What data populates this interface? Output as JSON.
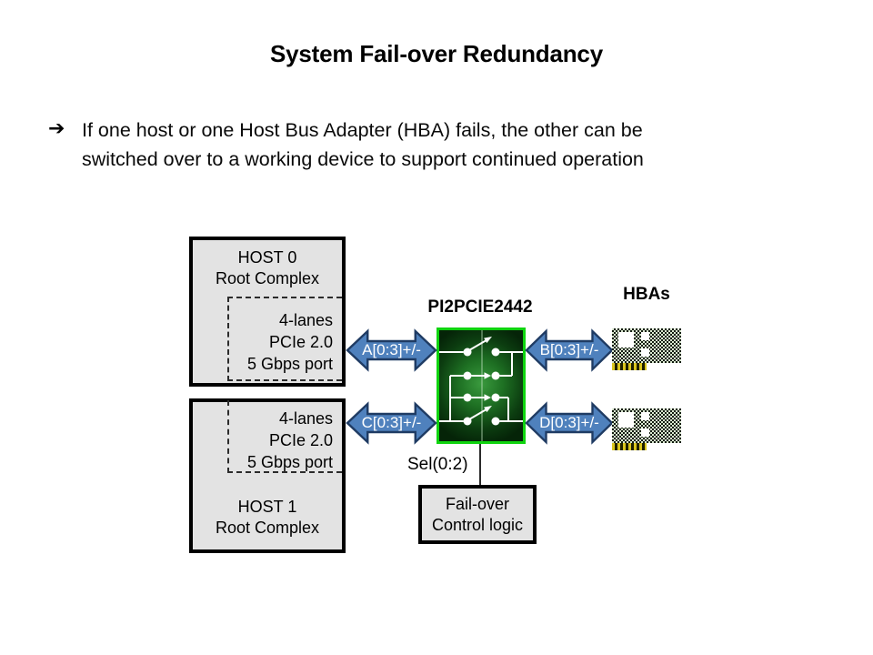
{
  "title": "System Fail-over Redundancy",
  "bullet": {
    "icon": "➔",
    "line1": "If one host or one Host Bus Adapter (HBA) fails, the other can be",
    "line2": "switched over to a working device to support continued operation"
  },
  "diagram": {
    "host0": {
      "name_line1": "HOST 0",
      "name_line2": "Root Complex",
      "port": {
        "line1": "4-lanes",
        "line2": "PCIe 2.0",
        "line3": "5 Gbps port"
      }
    },
    "host1": {
      "name_line1": "HOST 1",
      "name_line2": "Root Complex",
      "port": {
        "line1": "4-lanes",
        "line2": "PCIe 2.0",
        "line3": "5 Gbps port"
      }
    },
    "switch_label": "PI2PCIE2442",
    "hbas_label": "HBAs",
    "ports": {
      "a": "A[0:3]+/-",
      "b": "B[0:3]+/-",
      "c": "C[0:3]+/-",
      "d": "D[0:3]+/-"
    },
    "sel_label": "Sel(0:2)",
    "control": {
      "line1": "Fail-over",
      "line2": "Control logic"
    },
    "colors": {
      "arrow_fill": "#4f81bd",
      "arrow_stroke": "#1f3b63",
      "switch_border": "#0fd40f",
      "box_fill": "#e3e3e3",
      "card_dark": "#121c10",
      "card_light": "#dcead2",
      "gold": "#d8c41e"
    }
  }
}
